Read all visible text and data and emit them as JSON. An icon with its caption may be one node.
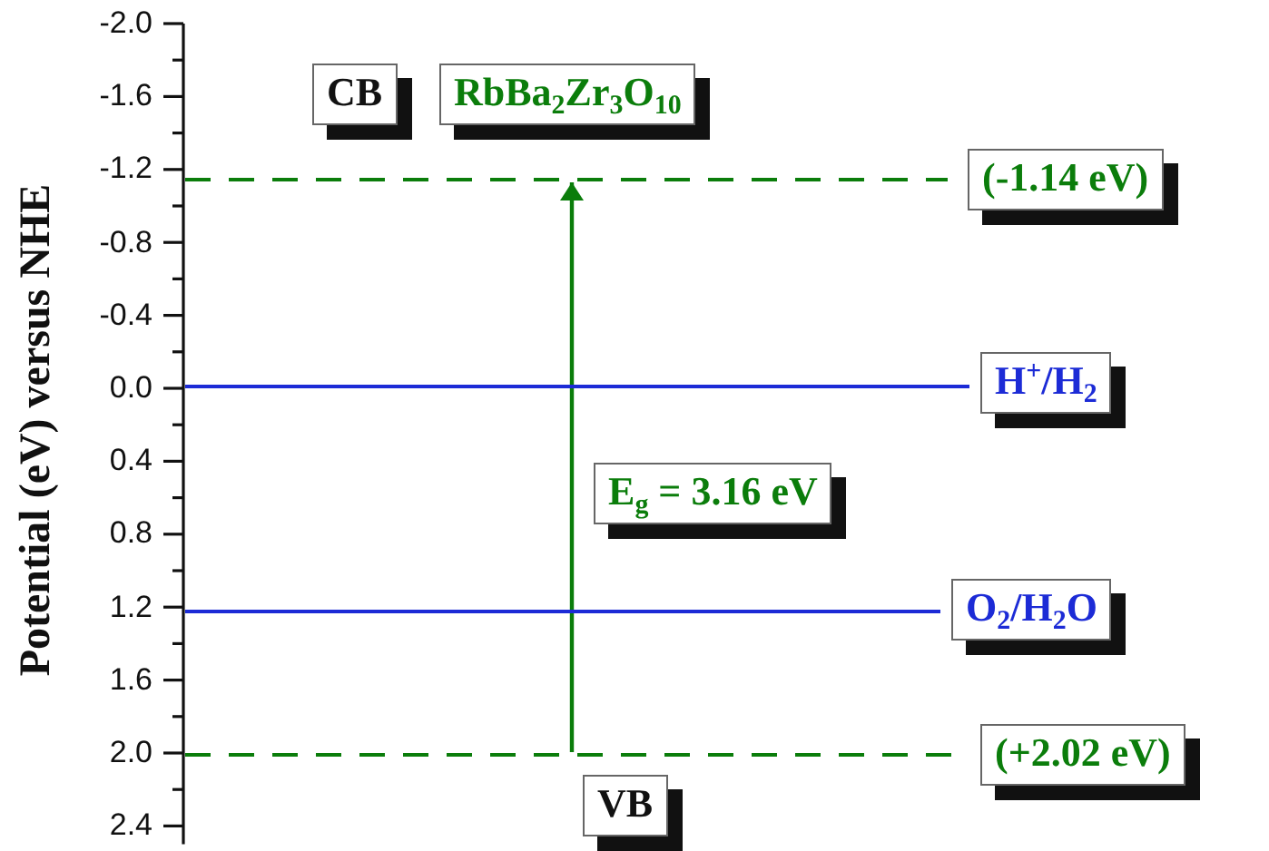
{
  "diagram": {
    "nodes": [
      {
        "text": [
          "CB"
        ]
      },
      {
        "text": [
          "RbBa$_{2}$Zr$_{3}$O$_{10}$"
        ]
      },
      {
        "text": [],
        "shape": "line"
      },
      {
        "text": [
          "(-1.14 eV)"
        ]
      },
      {
        "text": [],
        "shape": "line"
      },
      {
        "text": [
          "H$^{+}$/H$_{2}$"
        ]
      },
      {
        "text": [
          "E$_{g}$ = 3.16 eV"
        ]
      },
      {
        "text": [],
        "shape": "line"
      },
      {
        "text": [
          "O$_{2}$/H$_{2}$O"
        ]
      },
      {
        "text": [],
        "shape": "line"
      },
      {
        "text": [
          "(+2.02 eV)"
        ]
      },
      {
        "text": [
          "VB"
        ]
      }
    ],
    "edges": [
      {
        "from": 9,
        "to": 2,
        "arrow": "to"
      }
    ],
    "labels": [
      "-2.0",
      "-1.6",
      "-1.2",
      "-0.8",
      "-0.4",
      "0.0",
      "0.4",
      "0.8",
      "1.2",
      "1.6",
      "2.0",
      "2.4",
      "Potential (eV) versus NHE"
    ]
  }
}
